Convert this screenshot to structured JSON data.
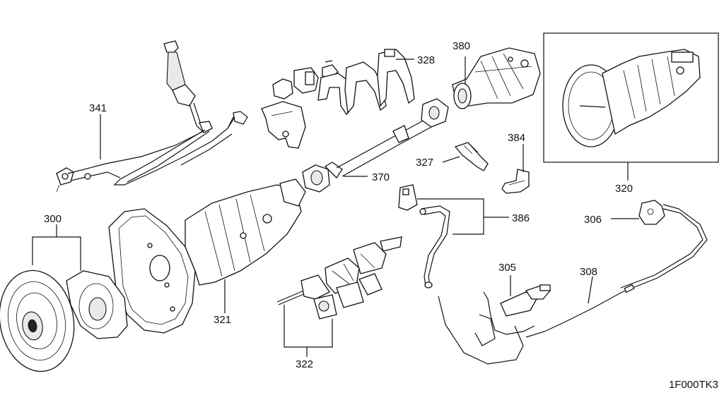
{
  "diagram": {
    "code": "1F000TK3",
    "labels": {
      "p300": "300",
      "p305": "305",
      "p306": "306",
      "p308": "308",
      "p320": "320",
      "p321": "321",
      "p322": "322",
      "p327": "327",
      "p328": "328",
      "p341": "341",
      "p370": "370",
      "p380": "380",
      "p384": "384",
      "p386": "386"
    }
  }
}
